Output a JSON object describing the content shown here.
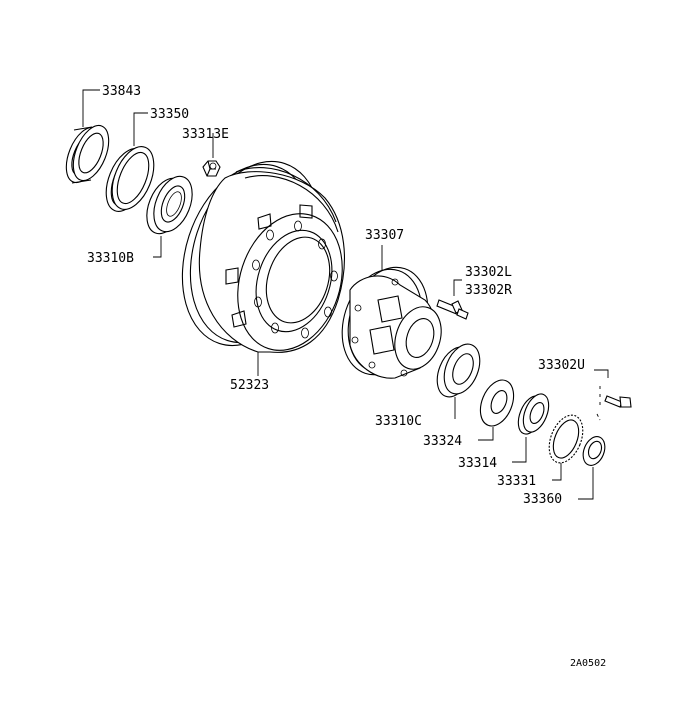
{
  "labels": [
    {
      "id": "33843",
      "text": "33843"
    },
    {
      "id": "33350",
      "text": "33350"
    },
    {
      "id": "33313E",
      "text": "33313E"
    },
    {
      "id": "33310B",
      "text": "33310B"
    },
    {
      "id": "52323",
      "text": "52323"
    },
    {
      "id": "33307",
      "text": "33307"
    },
    {
      "id": "33302L",
      "text": "33302L"
    },
    {
      "id": "33302R",
      "text": "33302R"
    },
    {
      "id": "33302U",
      "text": "33302U"
    },
    {
      "id": "33310C",
      "text": "33310C"
    },
    {
      "id": "33324",
      "text": "33324"
    },
    {
      "id": "33314",
      "text": "33314"
    },
    {
      "id": "33331",
      "text": "33331"
    },
    {
      "id": "33360",
      "text": "33360"
    }
  ],
  "diagram_code": "2A0502"
}
